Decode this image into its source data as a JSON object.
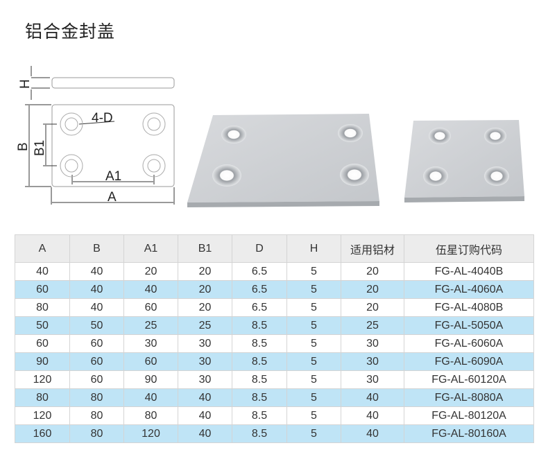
{
  "title": "铝合金封盖",
  "diagram": {
    "h": "H",
    "b": "B",
    "b1": "B1",
    "d": "4-D",
    "a1": "A1",
    "a": "A"
  },
  "table": {
    "headers": [
      "A",
      "B",
      "A1",
      "B1",
      "D",
      "H",
      "适用铝材",
      "伍星订购代码"
    ],
    "rows": [
      [
        "40",
        "40",
        "20",
        "20",
        "6.5",
        "5",
        "20",
        "FG-AL-4040B"
      ],
      [
        "60",
        "40",
        "40",
        "20",
        "6.5",
        "5",
        "20",
        "FG-AL-4060A"
      ],
      [
        "80",
        "40",
        "60",
        "20",
        "6.5",
        "5",
        "20",
        "FG-AL-4080B"
      ],
      [
        "50",
        "50",
        "25",
        "25",
        "8.5",
        "5",
        "25",
        "FG-AL-5050A"
      ],
      [
        "60",
        "60",
        "30",
        "30",
        "8.5",
        "5",
        "30",
        "FG-AL-6060A"
      ],
      [
        "90",
        "60",
        "60",
        "30",
        "8.5",
        "5",
        "30",
        "FG-AL-6090A"
      ],
      [
        "120",
        "60",
        "90",
        "30",
        "8.5",
        "5",
        "30",
        "FG-AL-60120A"
      ],
      [
        "80",
        "80",
        "40",
        "40",
        "8.5",
        "5",
        "40",
        "FG-AL-8080A"
      ],
      [
        "120",
        "80",
        "80",
        "40",
        "8.5",
        "5",
        "40",
        "FG-AL-80120A"
      ],
      [
        "160",
        "80",
        "120",
        "40",
        "8.5",
        "5",
        "40",
        "FG-AL-80160A"
      ]
    ]
  },
  "colors": {
    "header_bg": "#ececec",
    "alt_row": "#bfe4f6"
  }
}
